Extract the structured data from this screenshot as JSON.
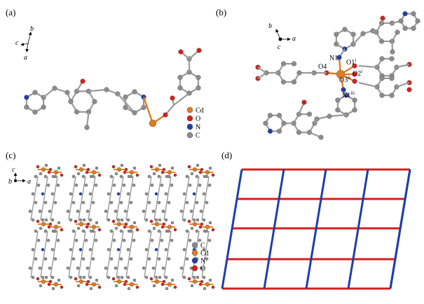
{
  "panels": {
    "a": {
      "label": "(a)",
      "axes": {
        "b": "b",
        "c": "c",
        "a": "a"
      }
    },
    "b": {
      "label": "(b)",
      "axes": {
        "b": "b",
        "a": "a",
        "c": "c"
      },
      "atom_labels": {
        "n1": "N1",
        "o1": "O1",
        "o1_sup": "i",
        "o4": "O4",
        "o3": "O3",
        "o3_sup": "ii",
        "o2": "O2",
        "o2_sup": "i",
        "n1iii": "N1",
        "n1iii_sup": "iii"
      }
    },
    "c": {
      "label": "(c)",
      "axes": {
        "c": "c",
        "b": "b",
        "a": "a"
      }
    },
    "d": {
      "label": "(d)"
    }
  },
  "legend_a": [
    {
      "label": "Cd",
      "color": "#E07B20"
    },
    {
      "label": "O",
      "color": "#D42020"
    },
    {
      "label": "N",
      "color": "#1F3FA8"
    },
    {
      "label": "C",
      "color": "#8C8C8C"
    }
  ],
  "legend_c": [
    {
      "label": "C",
      "color": "#8C8C8C"
    },
    {
      "label": "Cd",
      "color": "#E07B20"
    },
    {
      "label": "N",
      "color": "#1F3FA8"
    },
    {
      "label": "O",
      "color": "#D42020"
    }
  ],
  "colors": {
    "cd": "#E07B20",
    "o": "#D42020",
    "n": "#1F3FA8",
    "c": "#8C8C8C",
    "bond": "#9A9A9A",
    "net_red": "#D42020",
    "net_blue": "#1F3FA8"
  }
}
